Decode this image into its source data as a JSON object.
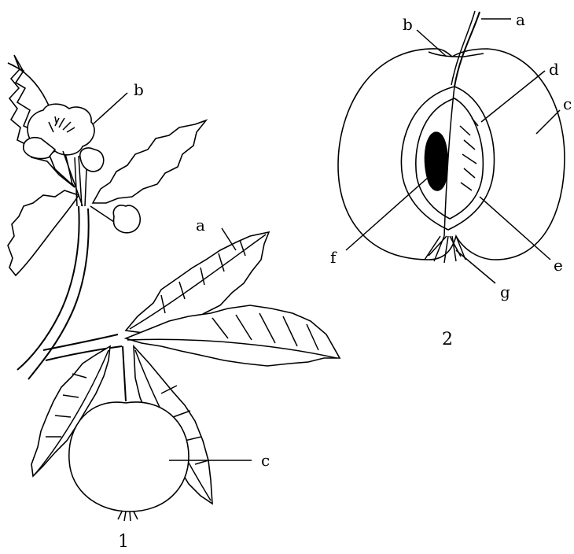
{
  "figure1": {
    "number": "1",
    "labels": {
      "a": "a",
      "b": "b",
      "c": "c"
    }
  },
  "figure2": {
    "number": "2",
    "labels": {
      "a": "a",
      "b": "b",
      "c": "c",
      "d": "d",
      "e": "e",
      "f": "f",
      "g": "g"
    }
  }
}
